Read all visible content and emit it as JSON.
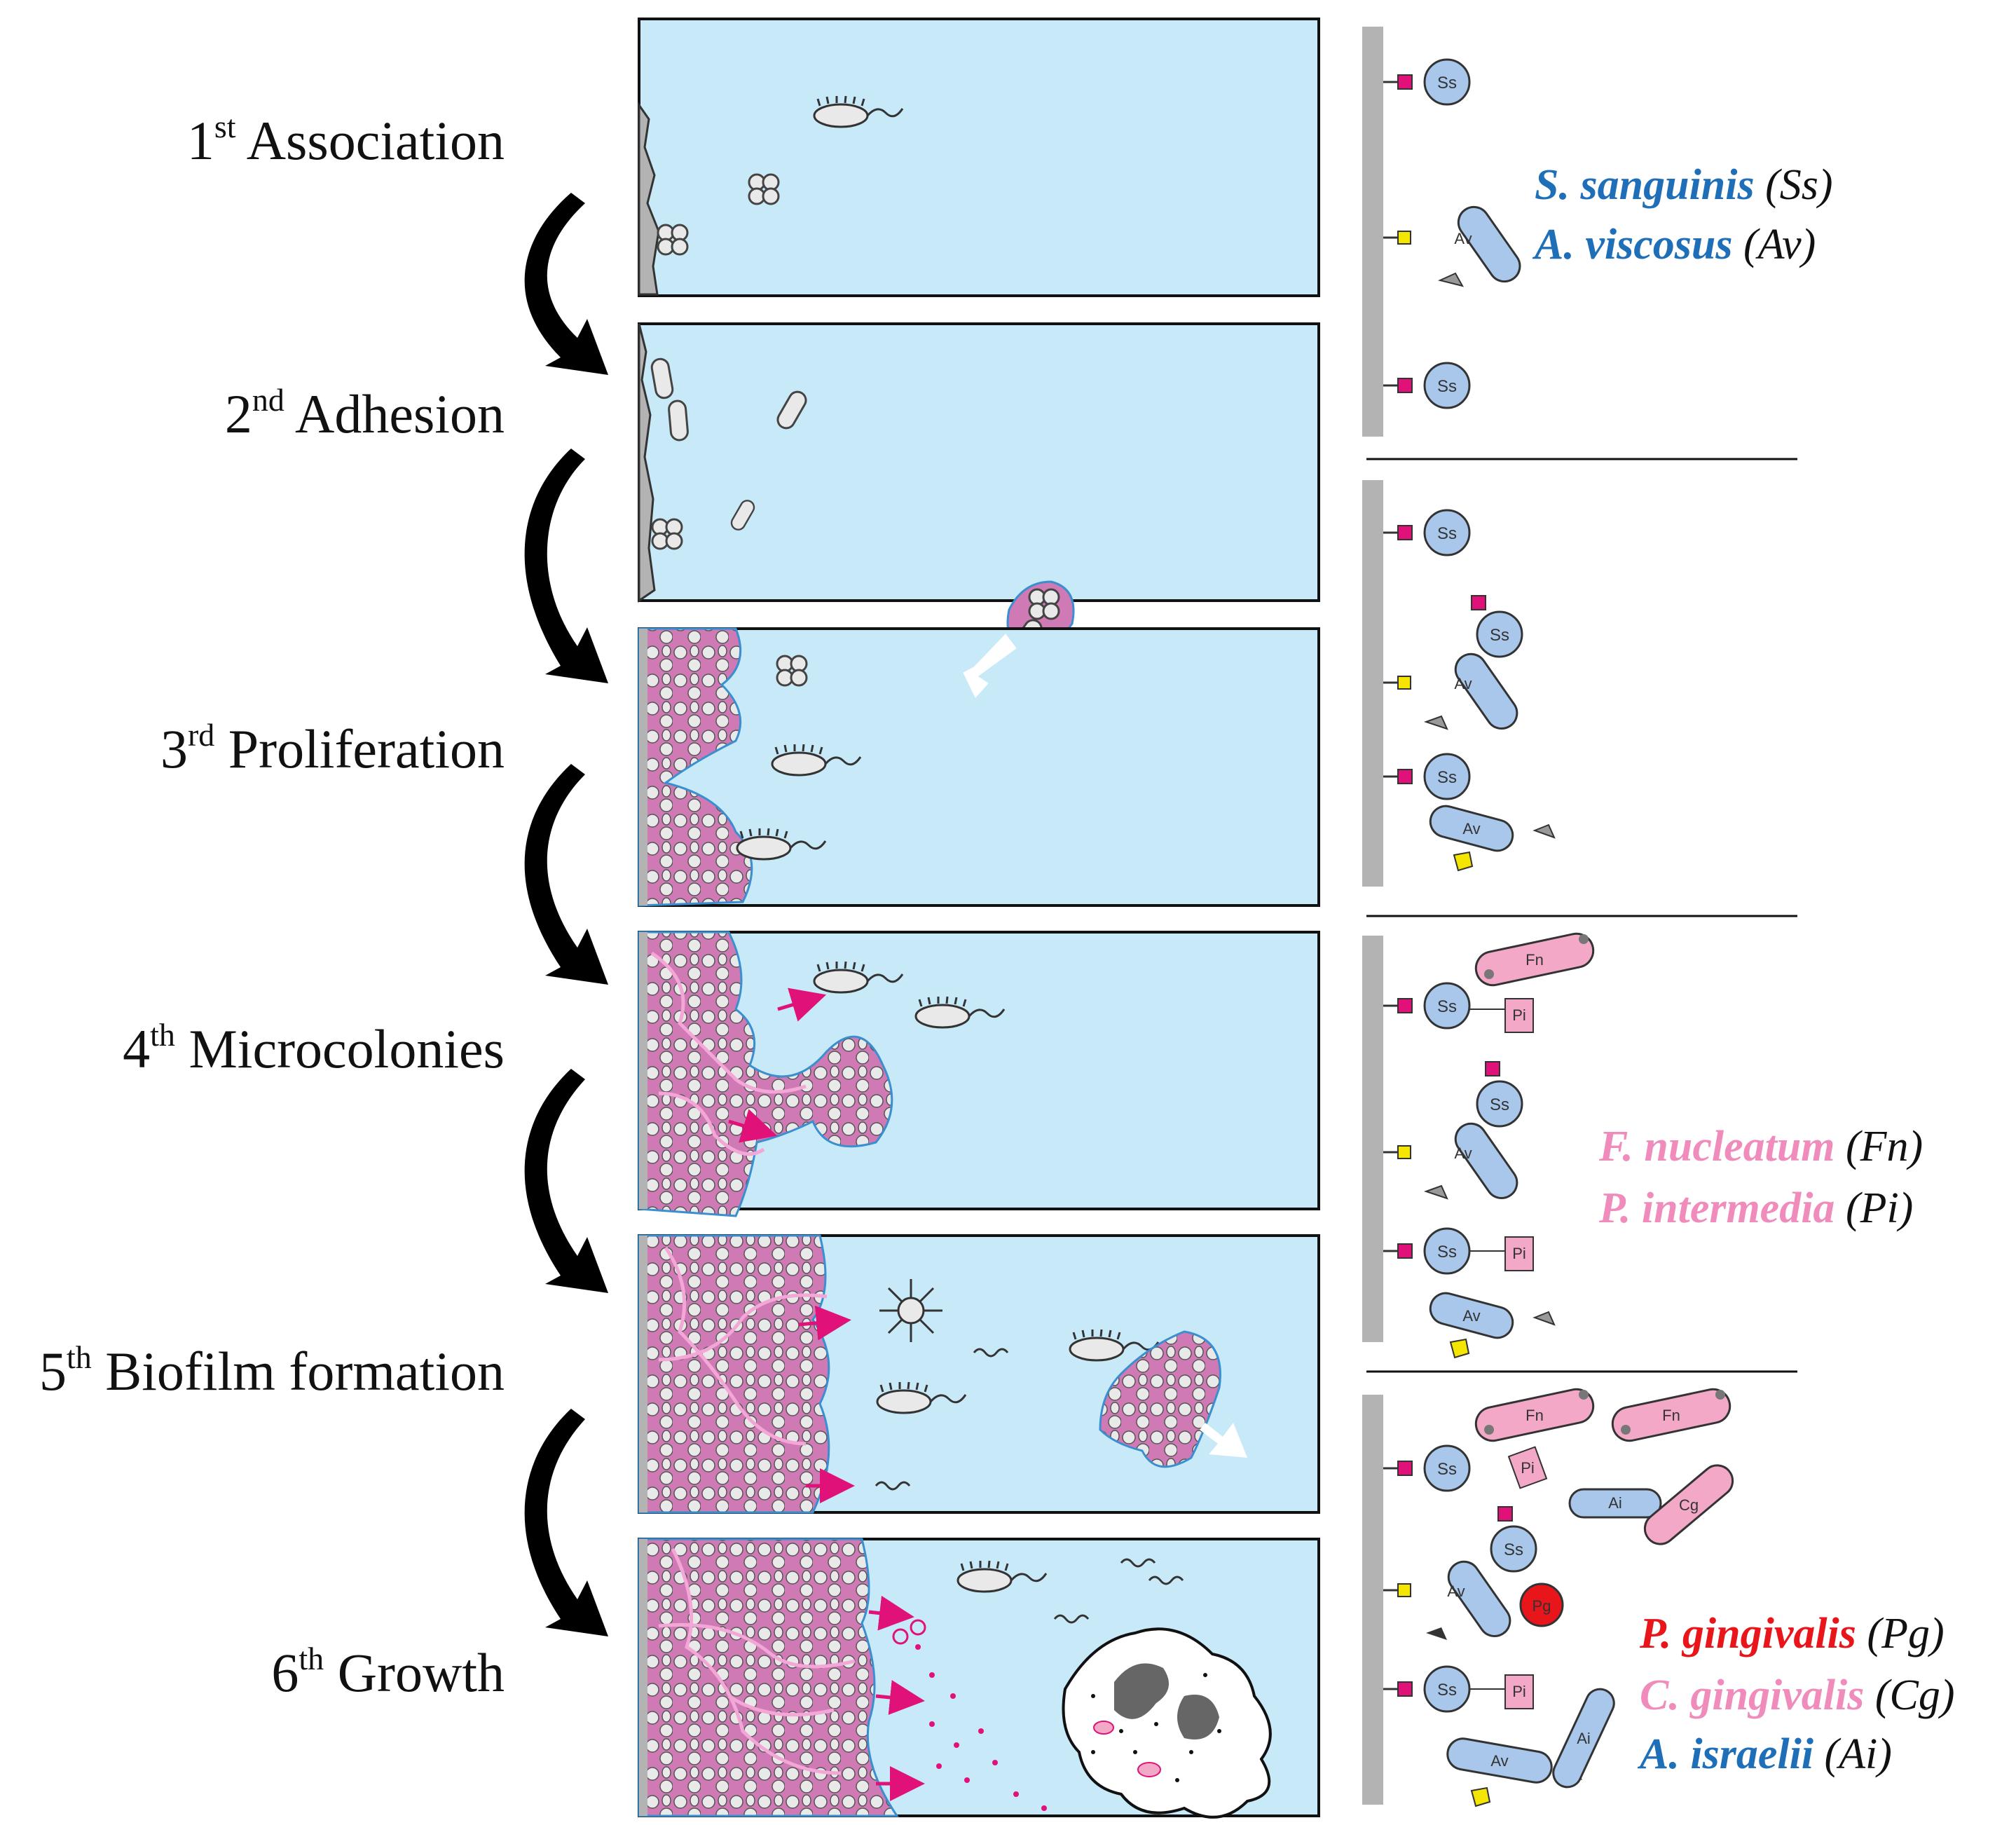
{
  "stages": [
    {
      "ordinal": "1",
      "suffix": "st",
      "name": "Association"
    },
    {
      "ordinal": "2",
      "suffix": "nd",
      "name": "Adhesion"
    },
    {
      "ordinal": "3",
      "suffix": "rd",
      "name": "Proliferation"
    },
    {
      "ordinal": "4",
      "suffix": "th",
      "name": "Microcolonies"
    },
    {
      "ordinal": "5",
      "suffix": "th",
      "name": "Biofilm formation"
    },
    {
      "ordinal": "6",
      "suffix": "th",
      "name": "Growth"
    }
  ],
  "species": [
    {
      "name": "S. sanguinis",
      "abbr": "(Ss)",
      "color": "#1f6fb8"
    },
    {
      "name": "A. viscosus",
      "abbr": "(Av)",
      "color": "#1f6fb8"
    },
    {
      "name": "F. nucleatum",
      "abbr": "(Fn)",
      "color": "#f08cbc"
    },
    {
      "name": "P. intermedia",
      "abbr": "(Pi)",
      "color": "#f08cbc"
    },
    {
      "name": "P. gingivalis",
      "abbr": "(Pg)",
      "color": "#e8151b"
    },
    {
      "name": "C. gingivalis",
      "abbr": "(Cg)",
      "color": "#f08cbc"
    },
    {
      "name": "A. israelii",
      "abbr": "(Ai)",
      "color": "#1f6fb8"
    }
  ],
  "cell_labels": {
    "ss": "Ss",
    "av": "Av",
    "fn": "Fn",
    "pi": "Pi",
    "pg": "Pg",
    "ai": "Ai",
    "cg": "Cg"
  },
  "colors": {
    "medium": "#c8e9f8",
    "biofilm": "#cf79b5",
    "channel": "#f2a7d6",
    "cell_blue": "#a9c7ea",
    "cell_pink": "#f4a8c8",
    "pg_red": "#e8151b",
    "receptor_magenta": "#e0127a",
    "receptor_yellow": "#f4e600",
    "tooth_gray": "#b3b3b3"
  }
}
